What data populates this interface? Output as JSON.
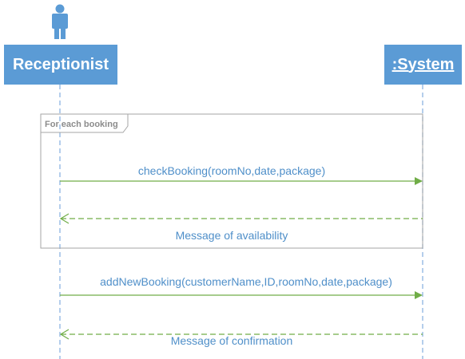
{
  "participants": {
    "actor": {
      "name": "Receptionist",
      "icon": "person-icon"
    },
    "system": {
      "name": ":System"
    }
  },
  "fragment": {
    "label": "For each booking"
  },
  "messages": [
    {
      "text": "checkBooking(roomNo,date,package)",
      "kind": "synchronous",
      "direction": "Receptionist -> :System"
    },
    {
      "text": "Message of availability",
      "kind": "return",
      "direction": ":System -> Receptionist"
    },
    {
      "text": "addNewBooking(customerName,ID,roomNo,date,package)",
      "kind": "synchronous",
      "direction": "Receptionist -> :System"
    },
    {
      "text": "Message of confirmation",
      "kind": "return",
      "direction": ":System -> Receptionist"
    }
  ],
  "colors": {
    "participant_fill": "#5b9bd5",
    "lifeline": "#8db4e2",
    "call_arrow": "#70ad47",
    "return_arrow": "#70ad47",
    "label_text": "#4f8fc9",
    "frame_border": "#a6a6a6",
    "frame_label": "#8c8c8c"
  }
}
